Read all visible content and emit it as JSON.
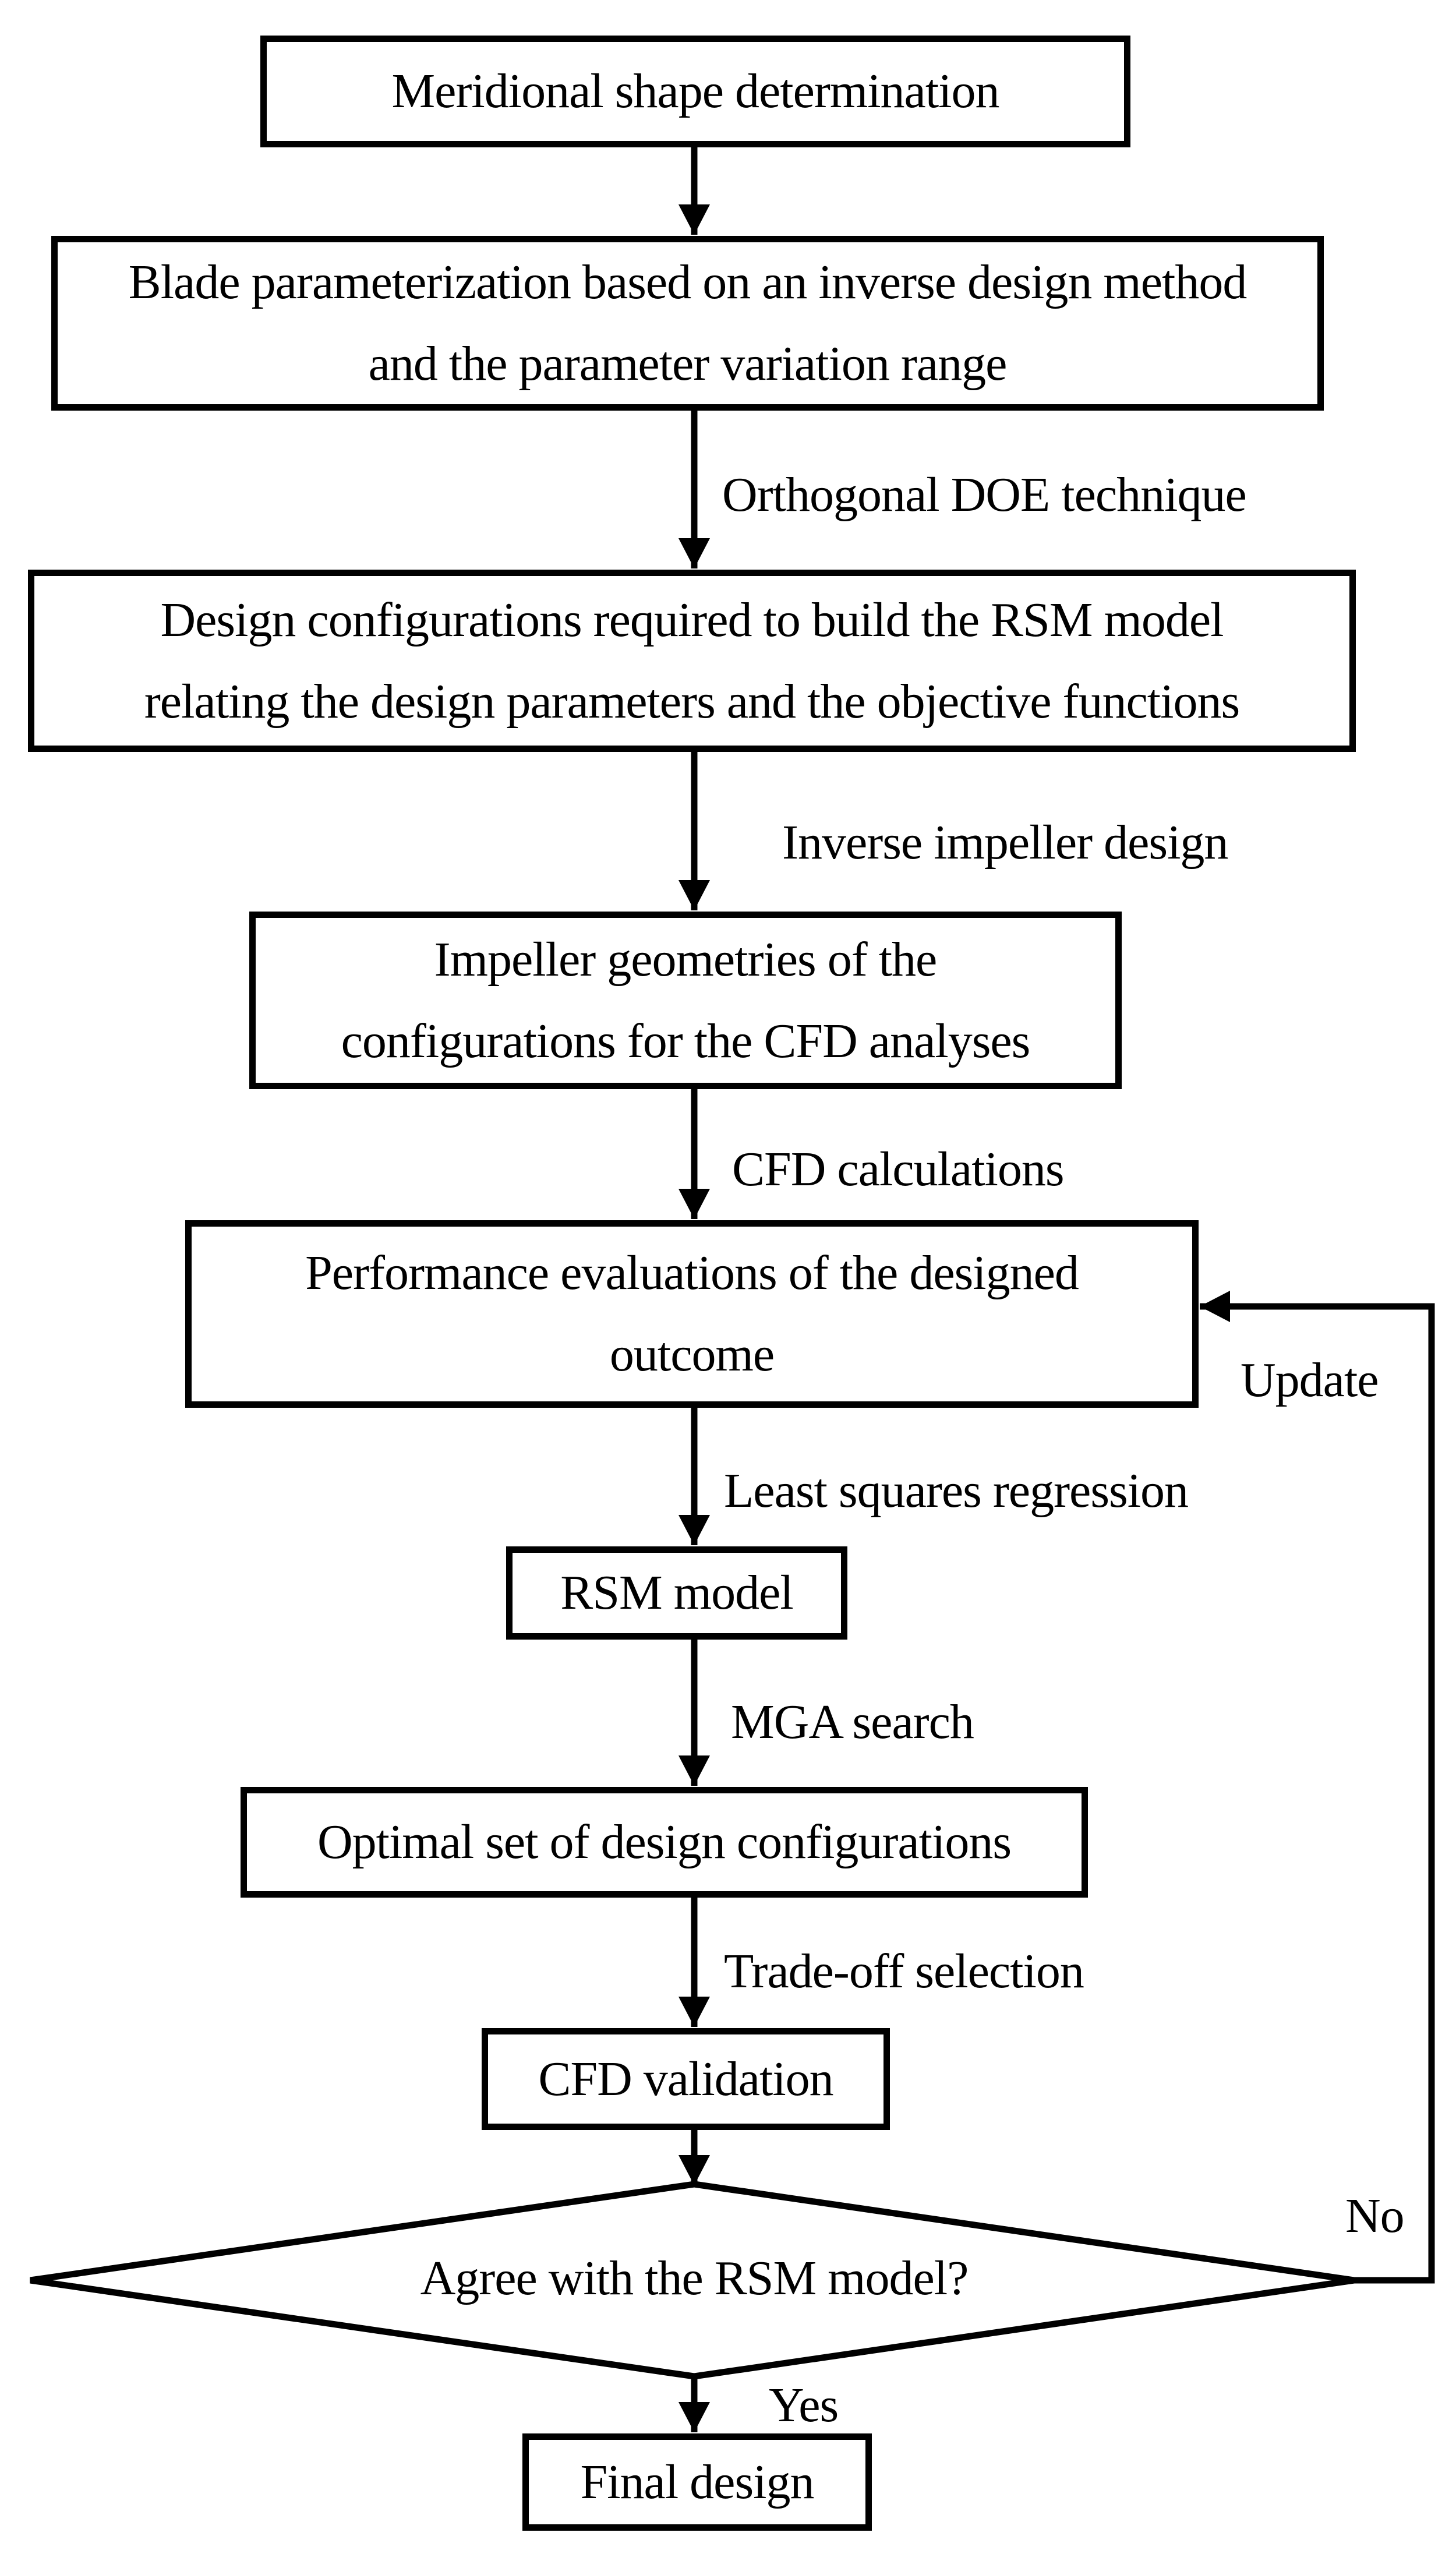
{
  "diagram": {
    "type": "flowchart",
    "colors": {
      "line": "#000000",
      "background": "#ffffff",
      "text": "#000000"
    },
    "nodes": {
      "meridional": {
        "label": "Meridional shape determination"
      },
      "blade_param": {
        "lines": [
          "Blade parameterization based on an inverse design method",
          "and the parameter variation range"
        ]
      },
      "design_config": {
        "lines": [
          "Design configurations required to build the RSM model",
          "relating the design parameters and the objective functions"
        ]
      },
      "impeller_geom": {
        "lines": [
          "Impeller geometries of the",
          "configurations for the CFD analyses"
        ]
      },
      "performance_eval": {
        "lines": [
          "Performance evaluations of the designed",
          "outcome"
        ]
      },
      "rsm_model": {
        "label": "RSM model"
      },
      "optimal_set": {
        "label": "Optimal set of design configurations"
      },
      "cfd_validation": {
        "label": "CFD validation"
      },
      "decision": {
        "label": "Agree with the RSM model?"
      },
      "final_design": {
        "label": "Final design"
      }
    },
    "edge_labels": {
      "doe": "Orthogonal DOE technique",
      "inverse_design": "Inverse impeller design",
      "cfd_calculations": "CFD calculations",
      "least_squares": "Least squares regression",
      "mga_search": "MGA search",
      "trade_off": "Trade-off selection",
      "update": "Update",
      "no": "No",
      "yes": "Yes"
    }
  }
}
